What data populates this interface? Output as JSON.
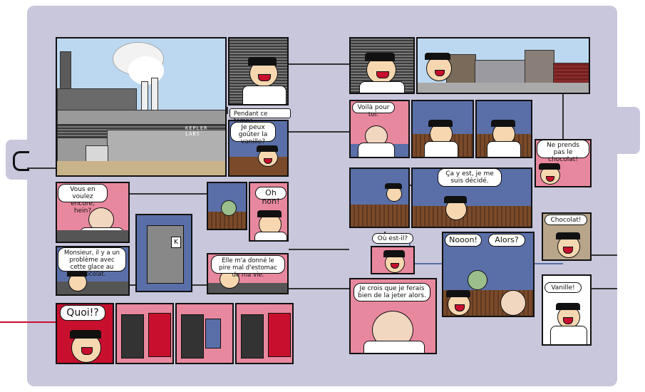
{
  "factory_sign": "KEPLER LABS",
  "captions": {
    "meanwhile": "Pendant ce temps..."
  },
  "dialogue": {
    "p_taste_vanilla": "Je peux goûter la vanille?",
    "p_here_you_go": "Voilà pour toi.",
    "p_dont_take_choc": "Ne prends pas le chocolat!",
    "p_want_more": "Vous en voulez encore, hein?",
    "p_oh_no": "Oh non!",
    "p_decided": "Ça y est, je me suis décidé.",
    "p_where_is_it": "Où est-il?",
    "p_problem": "Monsieur, il y a un problème avec cette glace au chocolat.",
    "p_worst_taste": "Elle m'a donné le pire mal d'estomac de ma vie.",
    "p_noooon": "Nooon!",
    "p_so": "Alors?",
    "p_chocolate": "Chocolat!",
    "p_vanilla": "Vanille!",
    "p_throw_away": "Je crois que je ferais bien de la jeter alors.",
    "p_what": "Quoi!?"
  },
  "colors": {
    "sheet": "#c8c7dc",
    "pink": "#e8889e",
    "blue": "#5a6fa8",
    "red_line": "#c8102e",
    "sky": "#bcd8f0"
  }
}
